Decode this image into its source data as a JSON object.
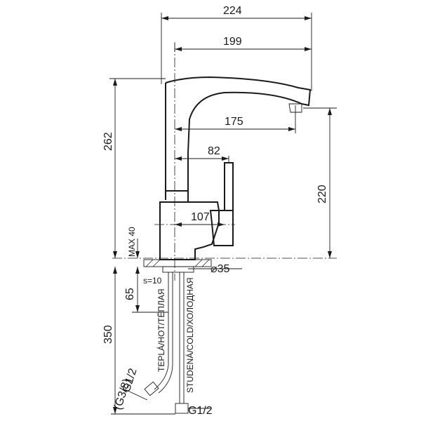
{
  "dimensions": {
    "d224": "224",
    "d199": "199",
    "d175": "175",
    "d82": "82",
    "d107": "107",
    "d262": "262",
    "d220": "220",
    "d65": "65",
    "d350": "350",
    "max40": "MAX 40",
    "s10": "s=10",
    "dia35": "⌀35",
    "g12_right": "G1/2",
    "g12_left": "G1/2",
    "g38": "(G3/8)"
  },
  "hoses": {
    "hot": "TEPLÁ/HOT/ТЁПЛАЯ",
    "cold": "STUDENÁ/COLD/ХОЛОДНАЯ"
  }
}
